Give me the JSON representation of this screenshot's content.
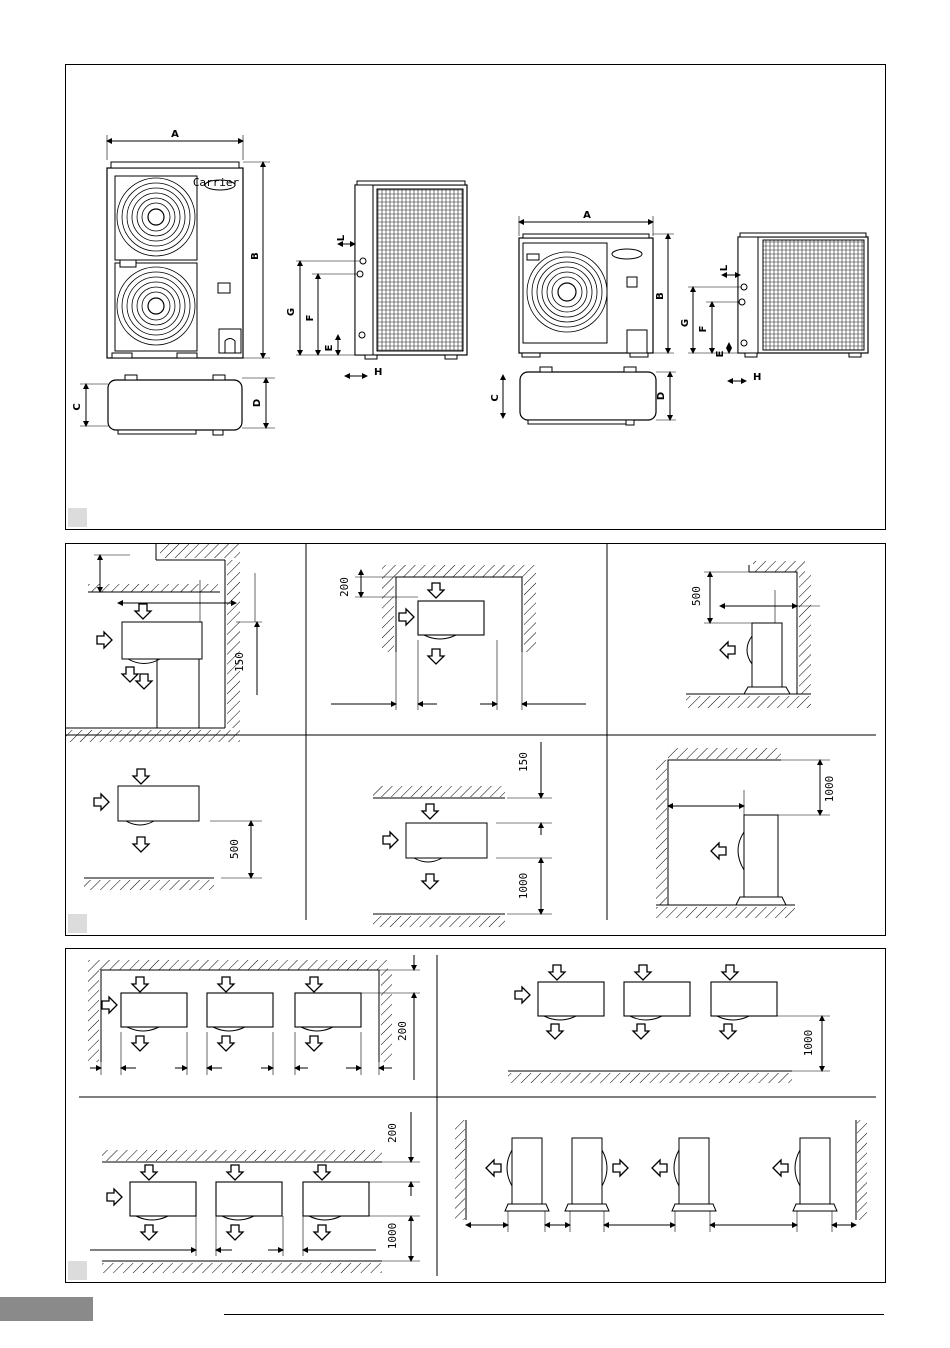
{
  "dimension_letters": {
    "a": "A",
    "b": "B",
    "c": "C",
    "d": "D",
    "e": "E",
    "f": "F",
    "g": "G",
    "h": "H",
    "l": "L"
  },
  "brand_badge": "Carrier",
  "clearances": {
    "c150": "150",
    "c200": "200",
    "c500": "500",
    "c1000": "1000"
  }
}
